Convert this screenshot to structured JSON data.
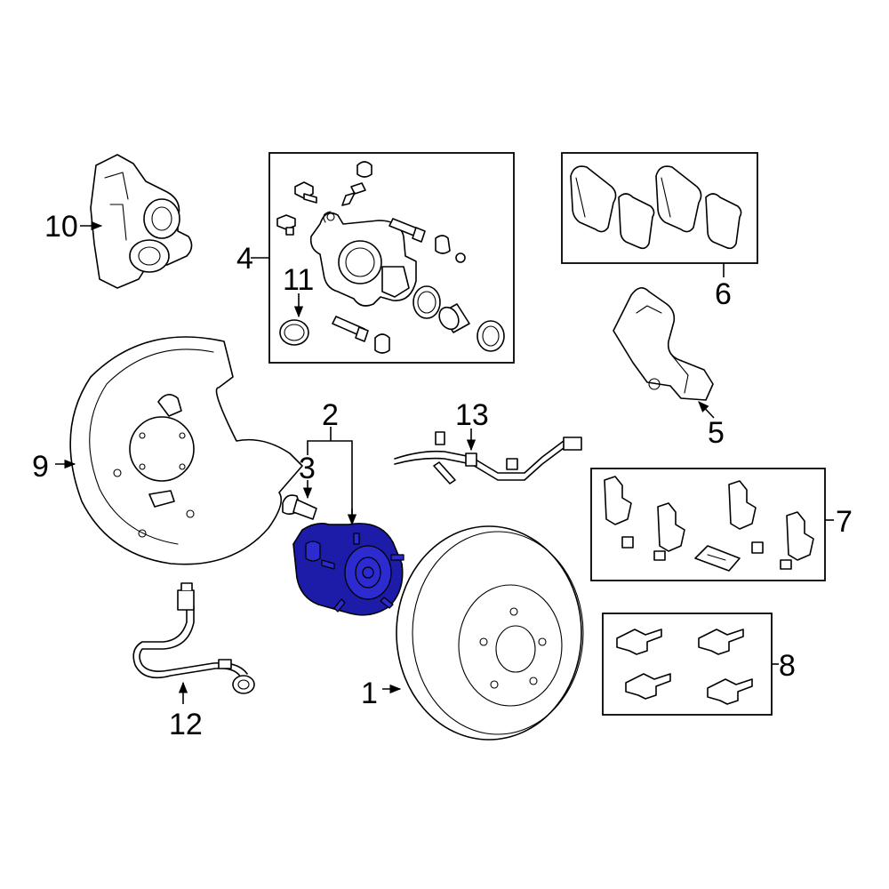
{
  "highlight_color": "#1c1ca8",
  "callouts": {
    "c1": "1",
    "c2": "2",
    "c3": "3",
    "c4": "4",
    "c5": "5",
    "c6": "6",
    "c7": "7",
    "c8": "8",
    "c9": "9",
    "c10": "10",
    "c11": "11",
    "c12": "12",
    "c13": "13"
  }
}
